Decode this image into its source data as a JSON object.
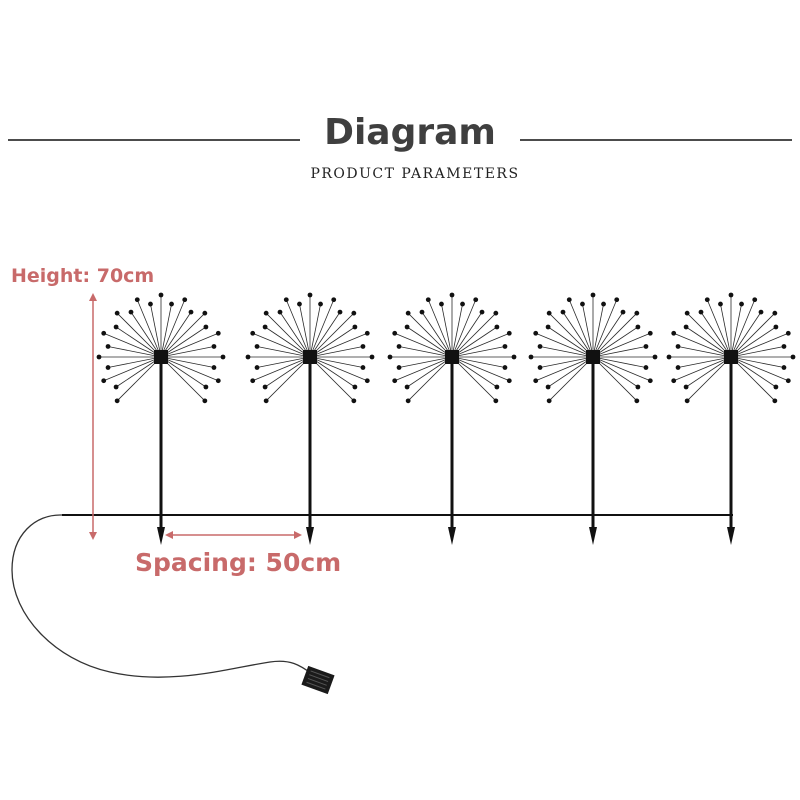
{
  "header": {
    "title": "Diagram",
    "subtitle": "PRODUCT PARAMETERS"
  },
  "dimensions": {
    "height_label": "Height: 70cm",
    "spacing_label": "Spacing: 50cm"
  },
  "product": {
    "stake_count": 5,
    "icon": "firework-dandelion-stake-light"
  },
  "colors": {
    "annotation": "#c86a6a",
    "lines": "#111111",
    "title": "#3f3f3f"
  }
}
